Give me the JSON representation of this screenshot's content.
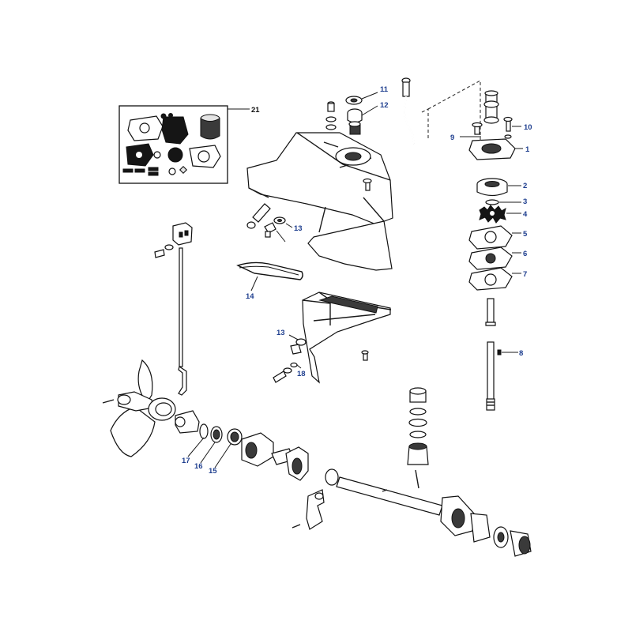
{
  "diagram": {
    "callouts": [
      {
        "id": "c1",
        "label": "1"
      },
      {
        "id": "c2",
        "label": "2"
      },
      {
        "id": "c3",
        "label": "3"
      },
      {
        "id": "c4",
        "label": "4"
      },
      {
        "id": "c5",
        "label": "5"
      },
      {
        "id": "c6",
        "label": "6"
      },
      {
        "id": "c7",
        "label": "7"
      },
      {
        "id": "c8",
        "label": "8"
      },
      {
        "id": "c9",
        "label": "9"
      },
      {
        "id": "c10",
        "label": "10"
      },
      {
        "id": "c11",
        "label": "11"
      },
      {
        "id": "c12",
        "label": "12"
      },
      {
        "id": "c13a",
        "label": "13"
      },
      {
        "id": "c13b",
        "label": "13"
      },
      {
        "id": "c14",
        "label": "14"
      },
      {
        "id": "c15",
        "label": "15"
      },
      {
        "id": "c16",
        "label": "16"
      },
      {
        "id": "c17",
        "label": "17"
      },
      {
        "id": "c18",
        "label": "18"
      },
      {
        "id": "c21",
        "label": "21"
      }
    ]
  },
  "colors": {
    "callout_text": "#1f3f8f",
    "line": "#1a1a1a",
    "background": "#ffffff"
  }
}
